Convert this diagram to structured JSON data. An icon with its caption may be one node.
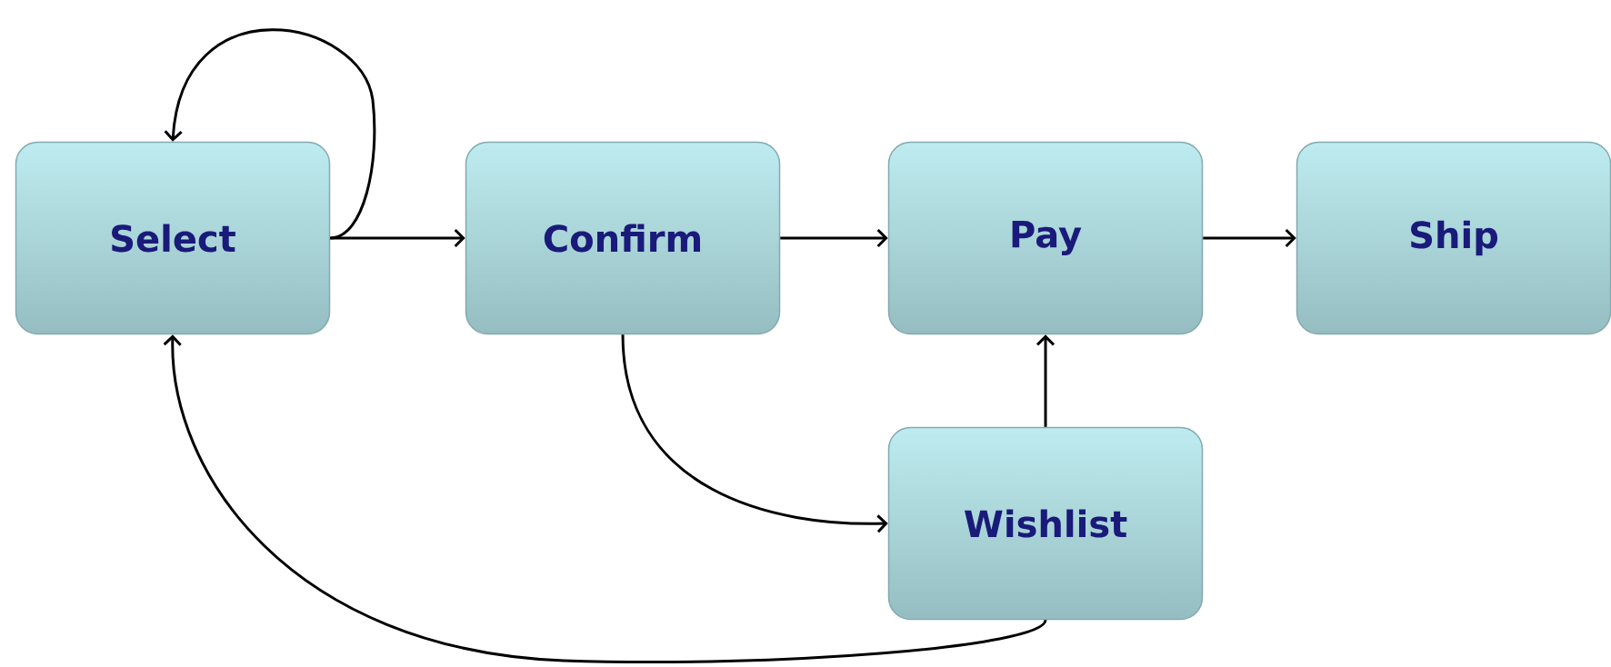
{
  "diagram": {
    "nodes": [
      {
        "text": [
          "Select"
        ]
      },
      {
        "text": [
          "Confirm"
        ]
      },
      {
        "text": [
          "Pay"
        ]
      },
      {
        "text": [
          "Ship"
        ]
      },
      {
        "text": [
          "Wishlist"
        ]
      }
    ],
    "edges": [
      {
        "from": 0,
        "to": 0,
        "arrow": "to"
      },
      {
        "from": 0,
        "to": 1,
        "arrow": "to"
      },
      {
        "from": 1,
        "to": 2,
        "arrow": "to"
      },
      {
        "from": 2,
        "to": 3,
        "arrow": "to"
      },
      {
        "from": 1,
        "to": 4,
        "arrow": "to"
      },
      {
        "from": 4,
        "to": 2,
        "arrow": "to"
      },
      {
        "from": 4,
        "to": 0,
        "arrow": "to"
      }
    ]
  }
}
